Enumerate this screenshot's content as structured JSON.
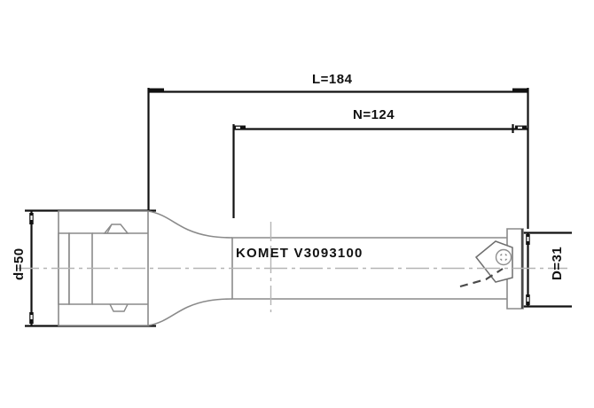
{
  "drawing": {
    "title": "KOMET indexable tool technical drawing",
    "engraving": "KOMET  V3093100",
    "colors": {
      "dimension_line": "#111111",
      "body_outline": "#8a8a8a",
      "body_outline_dark": "#6e6e6e",
      "center_line": "#b4b4b4",
      "background": "#ffffff",
      "insert": "#999999",
      "screw": "#9a9a9a"
    }
  },
  "dimensions": {
    "overall_length": {
      "label": "L=184",
      "name": "overall-length",
      "orientation": "horizontal"
    },
    "usable_length": {
      "label": "N=124",
      "name": "usable-length",
      "orientation": "horizontal"
    },
    "shank_diameter": {
      "label": "d=50",
      "name": "shank-diameter",
      "orientation": "vertical"
    },
    "cutting_diameter": {
      "label": "D=31",
      "name": "cutting-diameter",
      "orientation": "vertical"
    }
  },
  "icons": {
    "insert": "triangular-insert-icon",
    "screw": "insert-screw-icon",
    "retention_knob": "retention-knob-icon"
  }
}
